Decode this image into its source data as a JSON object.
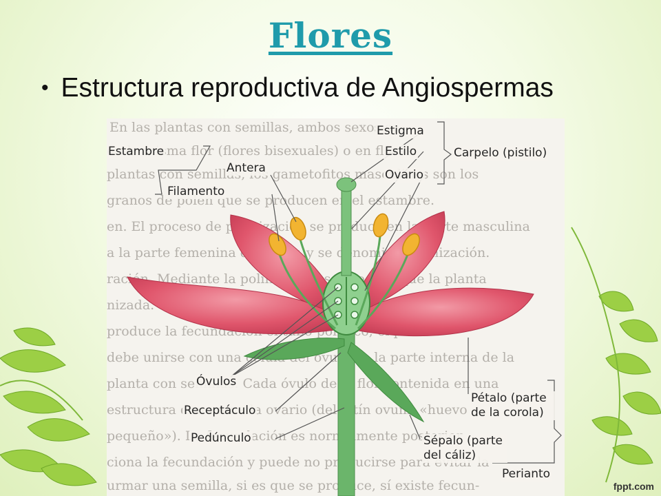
{
  "slide": {
    "title": "Flores",
    "bullet": "Estructura reproductiva de Angiospermas",
    "brand": "fppt.com"
  },
  "figure": {
    "background_lines": [
      "En las plantas con semillas, ambos sexos se",
      "en la misma flor (flores bisexuales) o en flores",
      "plantas con semillas, los gametofitos masculinos son los",
      "granos de polen que se producen en el estambre.",
      "en. El proceso de polinización se produce en la parte masculina",
      "a la parte femenina de la flor, y se denomina polinización.",
      "ración. Mediante la polinización se asegura que la planta",
      "nizada.",
      "produce la fecundación el tubo polínico; el polen",
      "debe unirse con una célula del óvulo en la parte interna de la",
      "planta con semillas. Cada óvulo de la flor contenida en una",
      "estructura denominada ovario (del latín ovum, «huevo",
      "pequeño»). La fecundación es normalmente posterior",
      "ciona la fecundación y puede no producirse para evitar la",
      "urmar una semilla, si es que se produce, sí existe fecun-"
    ],
    "labels": {
      "estambre": "Estambre",
      "antera": "Antera",
      "filamento": "Filamento",
      "estigma": "Estigma",
      "estilo": "Estilo",
      "ovario": "Ovario",
      "carpelo": "Carpelo (pistilo)",
      "ovulos": "Óvulos",
      "receptaculo": "Receptáculo",
      "pedunculo": "Pedúnculo",
      "petalo": "Pétalo (parte de la corola)",
      "sepalo": "Sépalo (parte del cáliz)",
      "perianto": "Perianto"
    }
  },
  "colors": {
    "title": "#1f9bab",
    "petal": "#d9485f",
    "stem": "#5aa85a",
    "anther": "#f2b431"
  }
}
